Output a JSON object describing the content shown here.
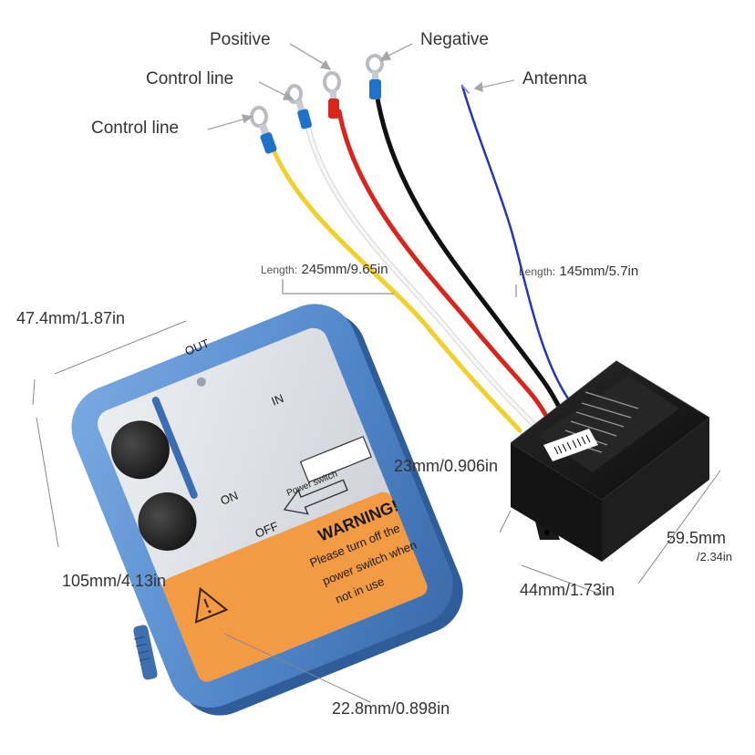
{
  "labels": {
    "positive": "Positive",
    "negative": "Negative",
    "control_line_1": "Control line",
    "control_line_2": "Control line",
    "antenna": "Antenna",
    "length_prefix_1": "Length:",
    "length_value_1": "245mm/9.65in",
    "length_prefix_2": "Length:",
    "length_value_2": "145mm/5.7in",
    "remote_width": "47.4mm/1.87in",
    "remote_length": "105mm/4.13in",
    "remote_thickness": "22.8mm/0.898in",
    "receiver_height": "23mm/0.906in",
    "receiver_width": "44mm/1.73in",
    "receiver_length": "59.5mm",
    "receiver_length_in": "/2.34in"
  },
  "remote": {
    "out_label": "OUT",
    "in_label": "IN",
    "on_label": "ON",
    "off_label": "OFF",
    "power_switch": "Power switch",
    "warning_title": "WARNING!",
    "warning_line_1": "Please turn off the",
    "warning_line_2": "power switch when",
    "warning_line_3": "not in use"
  },
  "colors": {
    "remote_body": "#5b8fd0",
    "remote_face": "#d9dde2",
    "warning_orange": "#f39a45",
    "wire_yellow": "#f1d02b",
    "wire_white": "#f2f2f2",
    "wire_red": "#d8261d",
    "wire_black": "#111111",
    "wire_blue": "#2634b8",
    "connector_blue": "#1e73c9"
  }
}
